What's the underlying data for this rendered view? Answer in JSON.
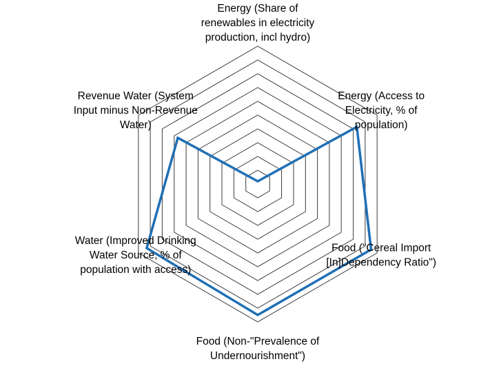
{
  "chart_data": {
    "type": "radar",
    "title": "",
    "axes": [
      {
        "label_lines": [
          "Energy (Share of",
          "renewables in electricity",
          "production, incl hydro)"
        ]
      },
      {
        "label_lines": [
          "Energy (Access to",
          "Electricity, % of",
          "population)"
        ]
      },
      {
        "label_lines": [
          "Food (\"Cereal Import",
          "[In]Dependency Ratio\")"
        ]
      },
      {
        "label_lines": [
          "Food (Non-\"Prevalence of",
          "Undernourishment\")"
        ]
      },
      {
        "label_lines": [
          "Water (Improved Drinking",
          "Water Source, % of",
          "population with access)"
        ]
      },
      {
        "label_lines": [
          "Revenue Water (System",
          "Input minus Non-Revenue",
          "Water)"
        ]
      }
    ],
    "rings": 10,
    "rlim": [
      0,
      10
    ],
    "grid": true,
    "legend": "none",
    "series": [
      {
        "values": [
          0.2,
          8.3,
          9.5,
          9.5,
          9.3,
          6.7
        ]
      }
    ],
    "colors": {
      "series": "#1f6fb5",
      "grid": "#3a3a3a"
    }
  }
}
